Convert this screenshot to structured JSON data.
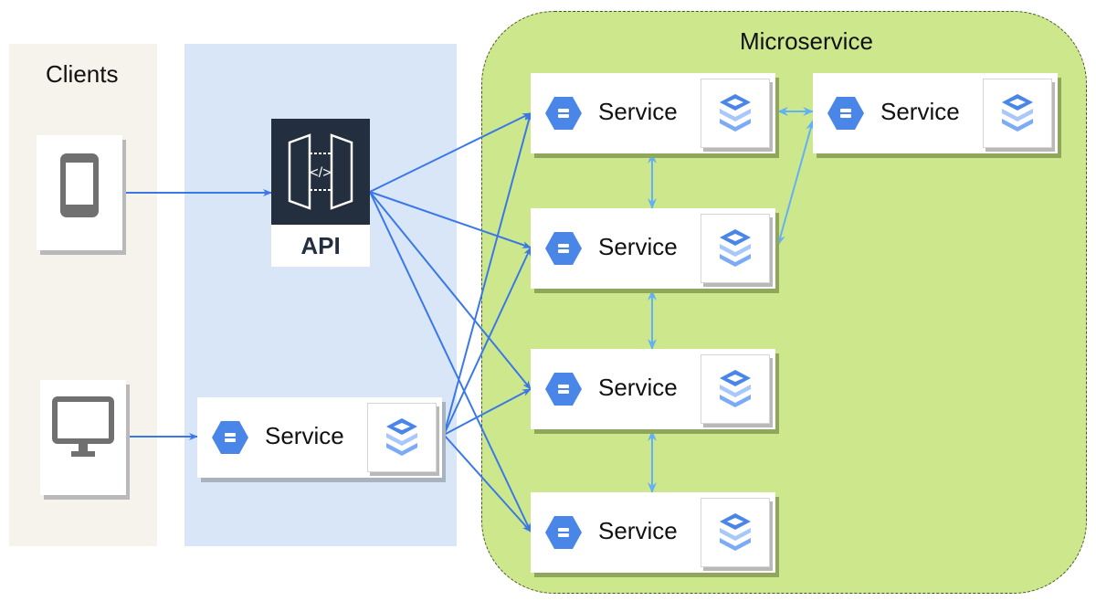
{
  "lanes": {
    "clients": {
      "title": "Clients"
    },
    "gateway": {
      "title": ""
    },
    "microservice": {
      "title": "Microservice"
    }
  },
  "clients": [
    {
      "id": "mobile",
      "icon": "mobile-phone-icon"
    },
    {
      "id": "desktop",
      "icon": "desktop-monitor-icon"
    }
  ],
  "api": {
    "label": "API",
    "icon": "api-gateway-icon"
  },
  "gateway_service": {
    "label": "Service",
    "icon": "service-hexagon-icon",
    "db_icon": "database-stack-icon"
  },
  "services": [
    {
      "id": "svc1",
      "label": "Service"
    },
    {
      "id": "svc2",
      "label": "Service"
    },
    {
      "id": "svc3",
      "label": "Service"
    },
    {
      "id": "svc4",
      "label": "Service"
    },
    {
      "id": "svc5",
      "label": "Service"
    }
  ],
  "colors": {
    "flow_arrow": "#3b78e7",
    "peer_arrow": "#62b0f5",
    "hex_blue": "#4a86e8",
    "api_dark": "#232f3e"
  },
  "connections": [
    {
      "from": "mobile",
      "to": "api",
      "type": "flow"
    },
    {
      "from": "desktop",
      "to": "gateway_service",
      "type": "flow"
    },
    {
      "from": "api",
      "to": "svc1",
      "type": "flow"
    },
    {
      "from": "api",
      "to": "svc2",
      "type": "flow"
    },
    {
      "from": "api",
      "to": "svc3",
      "type": "flow"
    },
    {
      "from": "api",
      "to": "svc4",
      "type": "flow"
    },
    {
      "from": "gateway_service",
      "to": "svc1",
      "type": "flow"
    },
    {
      "from": "gateway_service",
      "to": "svc2",
      "type": "flow"
    },
    {
      "from": "gateway_service",
      "to": "svc3",
      "type": "flow"
    },
    {
      "from": "gateway_service",
      "to": "svc4",
      "type": "flow"
    },
    {
      "from": "svc1",
      "to": "svc2",
      "type": "peer"
    },
    {
      "from": "svc2",
      "to": "svc3",
      "type": "peer"
    },
    {
      "from": "svc3",
      "to": "svc4",
      "type": "peer"
    },
    {
      "from": "svc1",
      "to": "svc5",
      "type": "peer"
    },
    {
      "from": "svc2",
      "to": "svc5",
      "type": "peer"
    }
  ]
}
